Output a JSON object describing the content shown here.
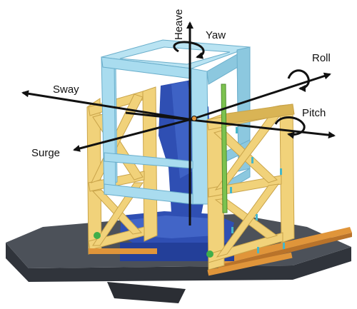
{
  "labels": {
    "heave": "Heave",
    "yaw": "Yaw",
    "roll": "Roll",
    "sway": "Sway",
    "pitch": "Pitch",
    "surge": "Surge"
  },
  "colors": {
    "frame_blue": "#a9dcef",
    "frame_blue_dark": "#7fbfd8",
    "side_yellow": "#f1d27a",
    "side_yellow_dark": "#d9b455",
    "seat_blue": "#2f4fb3",
    "seat_blue_light": "#4a6fd0",
    "base_dark": "#3c4048",
    "base_top": "#4f545c",
    "rail_orange": "#e0953a",
    "screw_cyan": "#46b7c9",
    "arrow_black": "#111111"
  }
}
